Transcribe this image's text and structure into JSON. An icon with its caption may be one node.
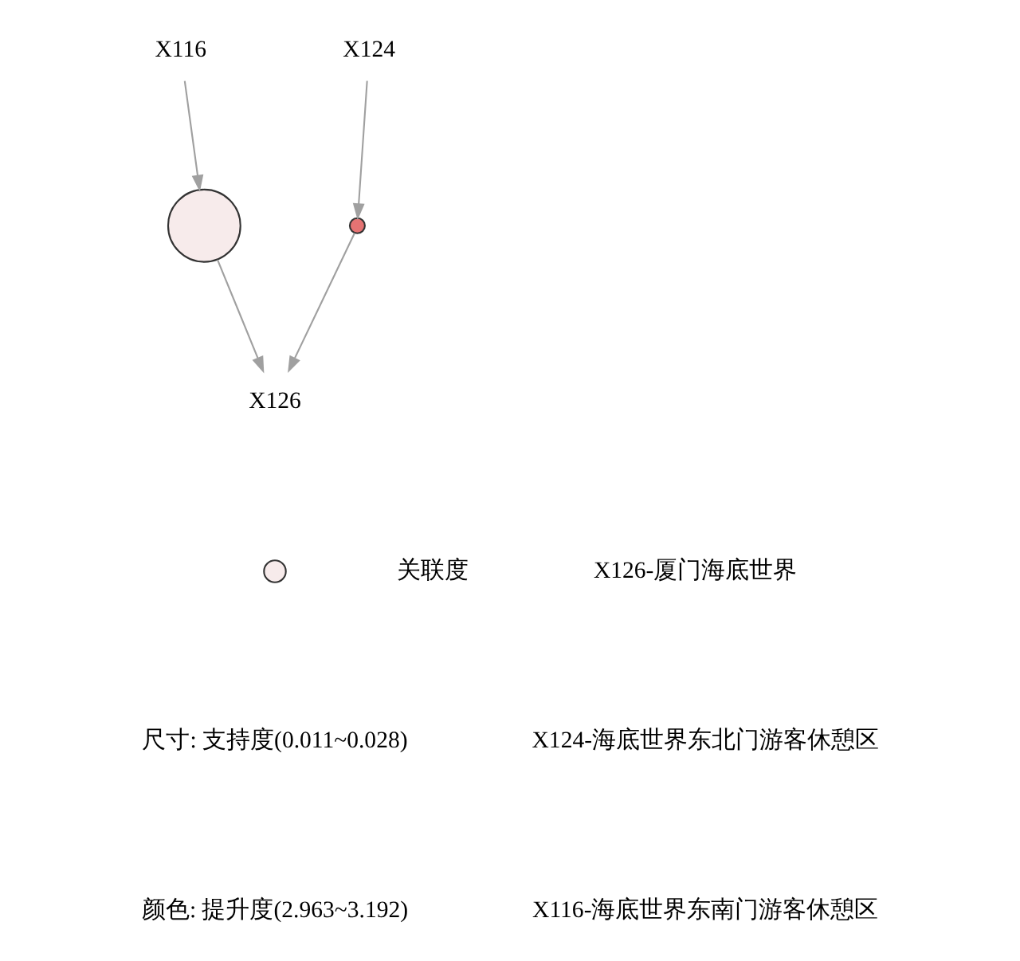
{
  "diagram": {
    "nodes": [
      {
        "text": [
          "X116"
        ]
      },
      {
        "text": [],
        "shape": "circle"
      },
      {
        "text": [
          "X124"
        ]
      },
      {
        "text": [],
        "shape": "circle"
      },
      {
        "text": [
          "X126"
        ]
      }
    ],
    "edges": [
      {
        "from": 0,
        "to": 1,
        "arrow": "to"
      },
      {
        "from": 1,
        "to": 4,
        "arrow": "to"
      },
      {
        "from": 2,
        "to": 3,
        "arrow": "to"
      },
      {
        "from": 3,
        "to": 4,
        "arrow": "to"
      }
    ],
    "labels": [
      "X126-厦门海底世界",
      "尺寸: 支持度(0.011~0.028)",
      "X124-海底世界东北门游客休憩区",
      "颜色: 提升度(2.963~3.192)",
      "X116-海底世界东南门游客休憩区"
    ],
    "legend": [
      {
        "text": "关联度"
      }
    ]
  }
}
